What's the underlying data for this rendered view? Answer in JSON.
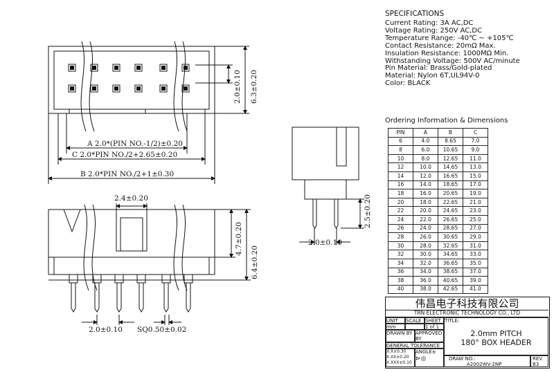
{
  "specifications": {
    "title": "SPECIFICATIONS",
    "lines": [
      "Current Rating:  3A  AC,DC",
      "Voltage Rating:  250V  AC,DC",
      "Temperature Range:  -40℃ ~ +105℃",
      "Contact Resistance:  20mΩ  Max.",
      "Insulation Resistance:  1000MΩ  Min.",
      "Withstanding Voltage:  500V  AC/minute",
      "Pin Material:  Brass/Gold-plated",
      "Material:  Nylon 6T,UL94V-0",
      "Color:  BLACK"
    ]
  },
  "ordering": {
    "title": "Ordering Information & Dimensions",
    "headers": [
      "PIN",
      "A",
      "B",
      "C"
    ],
    "rows": [
      [
        "6",
        "4.0",
        "8.65",
        "7.0"
      ],
      [
        "8",
        "6.0",
        "10.65",
        "9.0"
      ],
      [
        "10",
        "8.0",
        "12.65",
        "11.0"
      ],
      [
        "12",
        "10.0",
        "14.65",
        "13.0"
      ],
      [
        "14",
        "12.0",
        "16.65",
        "15.0"
      ],
      [
        "16",
        "14.0",
        "18.65",
        "17.0"
      ],
      [
        "18",
        "16.0",
        "20.65",
        "19.0"
      ],
      [
        "20",
        "18.0",
        "22.65",
        "21.0"
      ],
      [
        "22",
        "20.0",
        "24.65",
        "23.0"
      ],
      [
        "24",
        "22.0",
        "26.65",
        "25.0"
      ],
      [
        "26",
        "24.0",
        "28.65",
        "27.0"
      ],
      [
        "28",
        "26.0",
        "30.65",
        "29.0"
      ],
      [
        "30",
        "28.0",
        "32.65",
        "31.0"
      ],
      [
        "32",
        "30.0",
        "34.65",
        "33.0"
      ],
      [
        "34",
        "32.0",
        "36.65",
        "35.0"
      ],
      [
        "36",
        "34.0",
        "38.65",
        "37.0"
      ],
      [
        "38",
        "36.0",
        "40.65",
        "39.0"
      ],
      [
        "40",
        "38.0",
        "42.65",
        "41.0"
      ]
    ]
  },
  "dimensions": {
    "pin_pitch_v": "2.0±0.10",
    "height_v": "6.3±0.20",
    "dim_a": "A 2.0*(PIN NO.-1/2)±0.20",
    "dim_c": "C 2.0*PIN NO./2+2.65±0.20",
    "dim_b": "B 2.0*PIN NO./2+1±0.30",
    "slot_width": "2.4±0.20",
    "body_h1": "4.7±0.20",
    "body_h2": "6.4±0.20",
    "pitch_bottom": "2.0±0.10",
    "pin_sq": "SQ0.50±0.02",
    "side_pitch": "2.0±0.10",
    "tail_len": "2.5±0.20"
  },
  "title_block": {
    "company_cn": "伟昌电子科技有限公司",
    "company_en": "TRN ELECTRONIC TECHNOLOGY CO., LTD",
    "unit_label": "UNIT",
    "scale_label": "SCALE",
    "sheet_label": "SHEET",
    "title_label": "TITLE:",
    "unit_value": "mm",
    "sheet_value": "1 of 1",
    "drawn_by": "DRAWN BY",
    "approved_by": "APPROVED BY",
    "title_line1": "2.0mm  PITCH",
    "title_line2": "180° BOX HEADER",
    "general_tol": "GENERAL TOLERANCE",
    "tol_lines": [
      "X.X±0.30",
      "X.XX±0.20",
      "X.XXX±0.10"
    ],
    "angle_label": "ANGLE±",
    "draw_no_label": "DRAW NO.:",
    "draw_no_value": "A2002WV-2NP",
    "rev_label": "REV.",
    "rev_value": "B3"
  },
  "colors": {
    "ink": "#111111",
    "paper": "#ffffff"
  }
}
